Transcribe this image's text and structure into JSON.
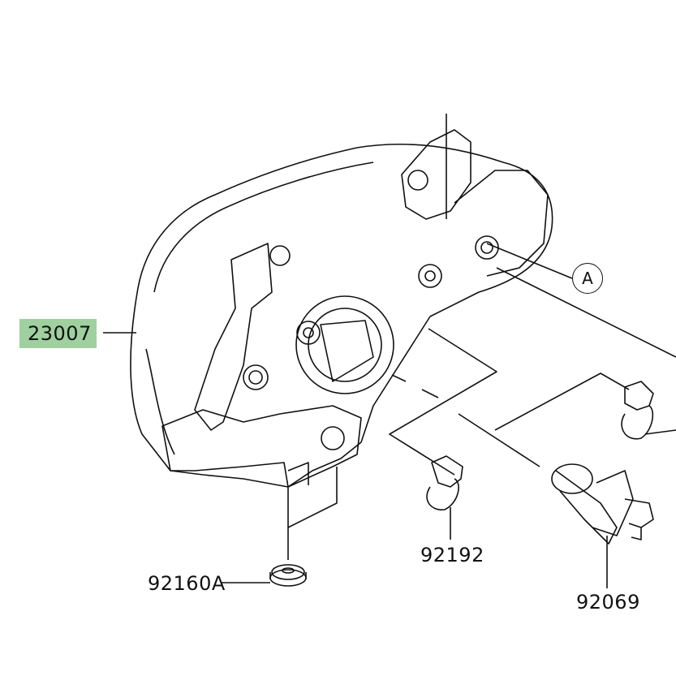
{
  "diagram": {
    "parts": [
      {
        "number": "23007",
        "highlighted": true
      },
      {
        "number": "92192",
        "highlighted": false
      },
      {
        "number": "92160A",
        "highlighted": false
      },
      {
        "number": "92069",
        "highlighted": false
      }
    ],
    "reference_marker": "A",
    "highlight_color": "#9fd09f"
  }
}
